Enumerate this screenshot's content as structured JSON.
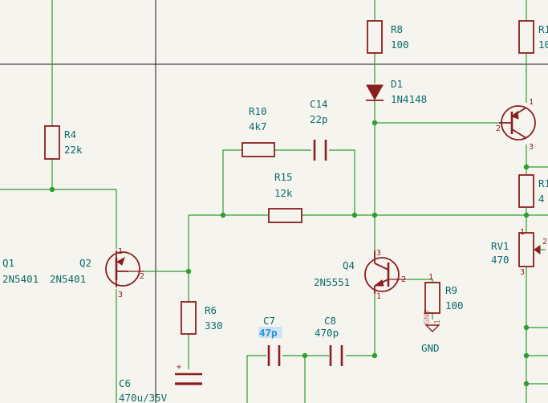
{
  "components": {
    "r8": {
      "ref": "R8",
      "value": "100"
    },
    "d1": {
      "ref": "D1",
      "value": "1N4148"
    },
    "r10": {
      "ref": "R10",
      "value": "4k7"
    },
    "c14": {
      "ref": "C14",
      "value": "22p"
    },
    "r15": {
      "ref": "R15",
      "value": "12k"
    },
    "r4": {
      "ref": "R4",
      "value": "22k"
    },
    "q1": {
      "ref": "Q1",
      "value": "2N5401"
    },
    "q2": {
      "ref": "Q2",
      "value": "2N5401"
    },
    "q4": {
      "ref": "Q4",
      "value": "2N5551"
    },
    "r6": {
      "ref": "R6",
      "value": "330"
    },
    "r9": {
      "ref": "R9",
      "value": "100"
    },
    "c7": {
      "ref": "C7",
      "value": "47p"
    },
    "c8": {
      "ref": "C8",
      "value": "470p"
    },
    "c6": {
      "ref": "C6",
      "value": "470u/35V"
    },
    "rv1": {
      "ref": "RV1",
      "value": "470"
    },
    "gnd": {
      "value": "GND"
    },
    "gnd_pin": "1",
    "gnd_pin_name": "GND"
  },
  "partial": {
    "top_right_ref": "R1",
    "top_right_val": "10",
    "mid_right_ref": "R1",
    "mid_right_val": "4"
  },
  "pins": {
    "q2": [
      "1",
      "2",
      "3"
    ],
    "q4": [
      "3",
      "2",
      "1"
    ],
    "q_top": [
      "1",
      "2",
      "3"
    ],
    "rv1": [
      "1",
      "2",
      "3"
    ],
    "r9": "1"
  },
  "colors": {
    "wire": "#2e9e2e",
    "component": "#8b1e1e",
    "label": "#0f6a6a",
    "highlight": "#2f8fd6"
  }
}
